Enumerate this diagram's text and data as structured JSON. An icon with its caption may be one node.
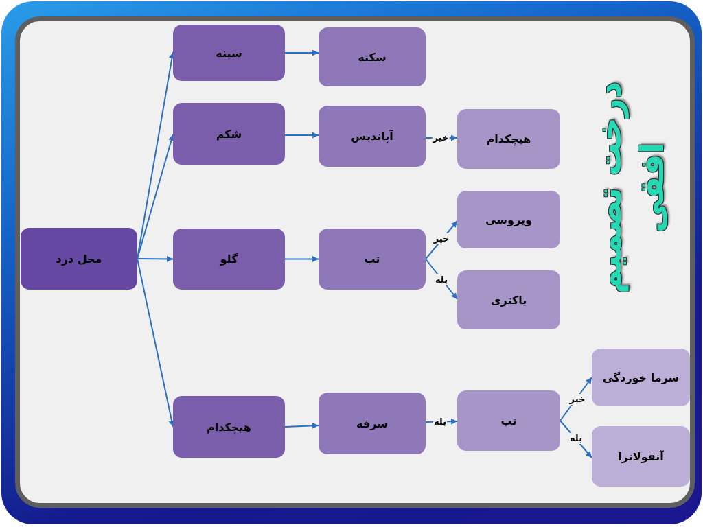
{
  "diagram": {
    "title": "درخت تصمیم افقی",
    "nodes": [
      {
        "text": [
          "محل درد"
        ]
      },
      {
        "text": [
          "سینه"
        ]
      },
      {
        "text": [
          "سکته"
        ]
      },
      {
        "text": [
          "شکم"
        ]
      },
      {
        "text": [
          "آپاندیس"
        ]
      },
      {
        "text": [
          "هیچکدام"
        ]
      },
      {
        "text": [
          "گلو"
        ]
      },
      {
        "text": [
          "تب"
        ]
      },
      {
        "text": [
          "ویروسی"
        ]
      },
      {
        "text": [
          "باکتری"
        ]
      },
      {
        "text": [
          "هیچکدام"
        ]
      },
      {
        "text": [
          "سرفه"
        ]
      },
      {
        "text": [
          "تب"
        ]
      },
      {
        "text": [
          "سرما خوردگی"
        ]
      },
      {
        "text": [
          "آنفولانزا"
        ]
      }
    ],
    "edges": [
      {
        "from": 0,
        "to": 1,
        "arrow": "to"
      },
      {
        "from": 0,
        "to": 3,
        "arrow": "to"
      },
      {
        "from": 0,
        "to": 6,
        "arrow": "to"
      },
      {
        "from": 0,
        "to": 10,
        "arrow": "to"
      },
      {
        "from": 1,
        "to": 2,
        "arrow": "to"
      },
      {
        "from": 3,
        "to": 4,
        "arrow": "to"
      },
      {
        "from": 4,
        "to": 5,
        "arrow": "to",
        "label": "خیر"
      },
      {
        "from": 6,
        "to": 7,
        "arrow": "to"
      },
      {
        "from": 7,
        "to": 8,
        "arrow": "to",
        "label": "خیر"
      },
      {
        "from": 7,
        "to": 9,
        "arrow": "to",
        "label": "بله"
      },
      {
        "from": 10,
        "to": 11,
        "arrow": "to"
      },
      {
        "from": 11,
        "to": 12,
        "arrow": "to",
        "label": "بله"
      },
      {
        "from": 12,
        "to": 13,
        "arrow": "to",
        "label": "خیر"
      },
      {
        "from": 12,
        "to": 14,
        "arrow": "to",
        "label": "بله"
      }
    ]
  }
}
